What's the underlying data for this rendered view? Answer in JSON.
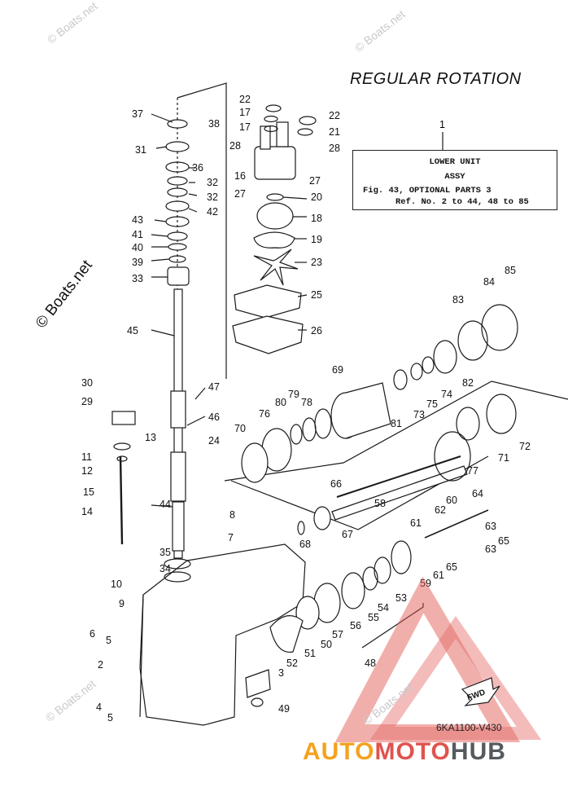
{
  "title": "REGULAR ROTATION",
  "info_box": {
    "line1": "LOWER UNIT",
    "line2": "ASSY",
    "line3": "Fig. 43, OPTIONAL PARTS 3",
    "line4": "Ref. No. 2 to 44, 48 to 85",
    "ref_number": "1"
  },
  "diagram_code": "6KA1100-V430",
  "watermark": "© Boats.net",
  "brand": {
    "part1": "AUTO",
    "part2": "MOTO",
    "part3": "HUB"
  },
  "fwd_label": "FWD",
  "colors": {
    "line": "#1a1a1a",
    "logo_red": "#e0534d",
    "logo_orange": "#f4a21f",
    "logo_gray": "#555a5f"
  },
  "part_labels": [
    "2",
    "3",
    "4",
    "5",
    "5",
    "6",
    "7",
    "8",
    "9",
    "10",
    "11",
    "12",
    "13",
    "14",
    "15",
    "16",
    "17",
    "17",
    "18",
    "19",
    "20",
    "21",
    "22",
    "22",
    "23",
    "24",
    "25",
    "26",
    "27",
    "27",
    "28",
    "28",
    "29",
    "30",
    "31",
    "32",
    "32",
    "33",
    "34",
    "35",
    "36",
    "37",
    "38",
    "39",
    "40",
    "41",
    "42",
    "43",
    "44",
    "45",
    "46",
    "47",
    "48",
    "49",
    "50",
    "51",
    "52",
    "53",
    "54",
    "55",
    "56",
    "57",
    "58",
    "59",
    "60",
    "61",
    "61",
    "62",
    "63",
    "63",
    "64",
    "65",
    "65",
    "66",
    "67",
    "68",
    "69",
    "70",
    "71",
    "72",
    "73",
    "74",
    "75",
    "76",
    "77",
    "78",
    "79",
    "80",
    "81",
    "82",
    "83",
    "84",
    "85"
  ]
}
